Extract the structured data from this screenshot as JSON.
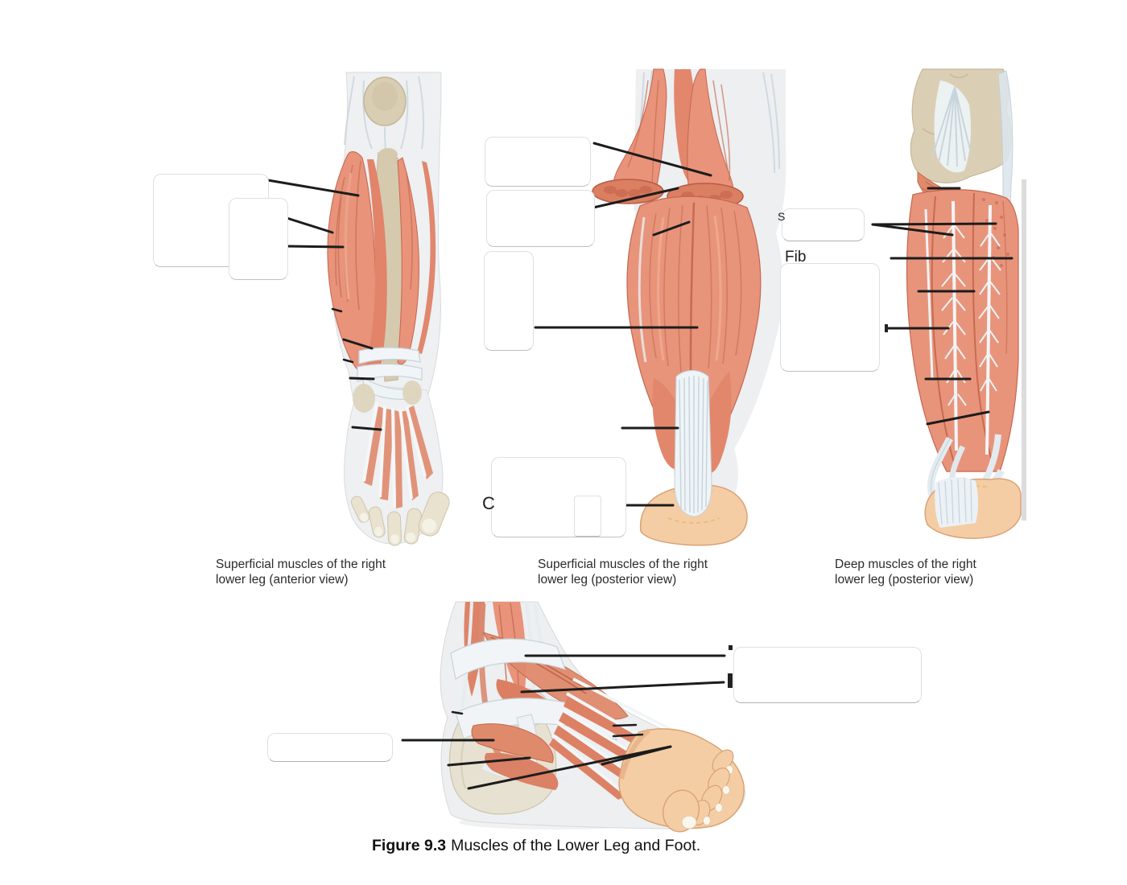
{
  "figure_caption": {
    "label": "Figure 9.3",
    "text": "Muscles of the Lower Leg and Foot."
  },
  "panel_captions": [
    {
      "line1": "Superficial muscles of the right",
      "line2": "lower leg (anterior view)"
    },
    {
      "line1": "Superficial muscles of the right",
      "line2": "lower leg (posterior view)"
    },
    {
      "line1": "Deep muscles of the right",
      "line2": "lower leg (posterior view)"
    }
  ],
  "label_fragments": {
    "calcaneal_c": "C",
    "s_mark": "S",
    "fib_mark": "Fib"
  },
  "colors": {
    "muscle": "#E8947B",
    "muscle_dark": "#C4674F",
    "muscle_cut": "#DB7F63",
    "bone": "#D9CEB3",
    "tendon_white": "#EFF4F7",
    "tendon_line": "#C6D3DC",
    "skin": "#F5CDA4",
    "skin_outline": "#D9A276",
    "leader_line": "#1C1C1C",
    "cover_border": "#C2C2C2"
  }
}
